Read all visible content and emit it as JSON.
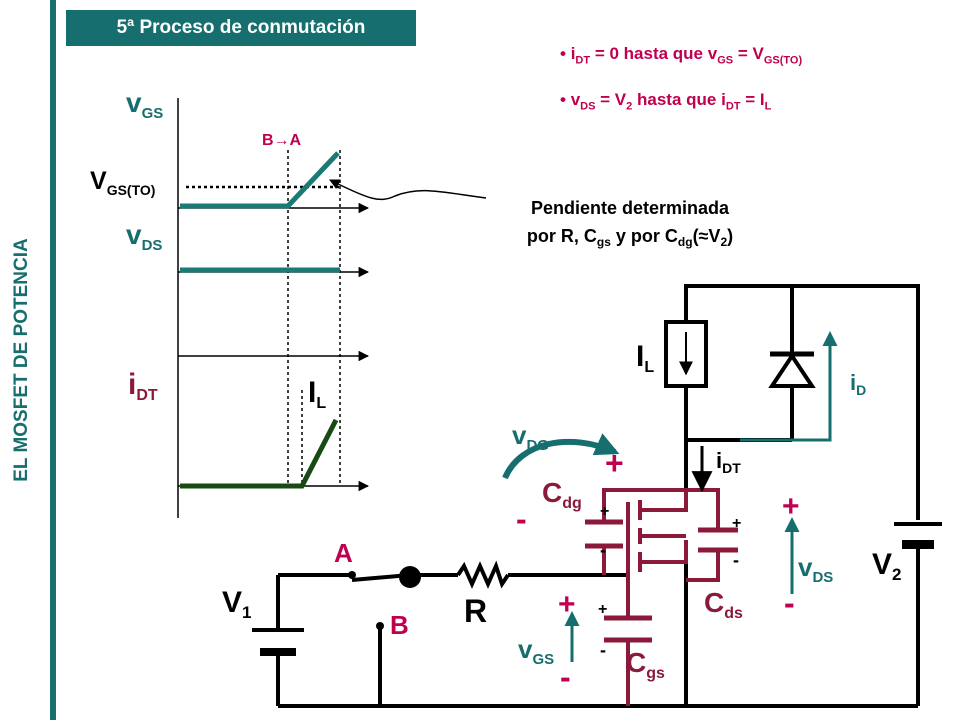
{
  "header": {
    "title": "5ª Proceso de conmutación"
  },
  "sidebar": {
    "title": "EL MOSFET DE POTENCIA"
  },
  "bullets": [
    {
      "text": "i",
      "sub": "DT",
      "rest": " = 0 hasta que v",
      "sub2": "GS",
      "rest2": " = V",
      "sub3": "GS(TO)"
    },
    {
      "text": "v",
      "sub": "DS",
      "rest": " = V",
      "sub2": "2",
      "rest2": " hasta que i",
      "sub3": "DT",
      "rest3": " = I",
      "sub4": "L"
    }
  ],
  "waveforms": {
    "vgs_label": "v",
    "vgs_sub": "GS",
    "vgs_to_label": "V",
    "vgs_to_sub": "GS(TO)",
    "vds_label": "v",
    "vds_sub": "DS",
    "idt_label": "i",
    "idt_sub": "DT",
    "il_label": "I",
    "il_sub": "L",
    "transition_label": "B→A"
  },
  "annotation": {
    "line1": "Pendiente determinada",
    "line2_a": "por R, C",
    "line2_sub1": "gs",
    "line2_b": " y por C",
    "line2_sub2": "dg",
    "line2_c": "(≈V",
    "line2_sub3": "2",
    "line2_d": ")"
  },
  "circuit": {
    "il_label": "I",
    "il_sub": "L",
    "id_label": "i",
    "id_sub": "D",
    "idt_label": "i",
    "idt_sub": "DT",
    "vdg_label": "v",
    "vdg_sub": "DG",
    "cdg_label": "C",
    "cdg_sub": "dg",
    "cds_label": "C",
    "cds_sub": "ds",
    "cgs_label": "C",
    "cgs_sub": "gs",
    "vds_label": "v",
    "vds_sub": "DS",
    "vgs_label": "v",
    "vgs_sub": "GS",
    "v1_label": "V",
    "v1_sub": "1",
    "v2_label": "V",
    "v2_sub": "2",
    "r_label": "R",
    "switch_a": "A",
    "switch_b": "B",
    "plus": "+",
    "minus": "-"
  },
  "colors": {
    "teal": "#166e6e",
    "crimson": "#8b1a3a",
    "magenta": "#c0004f",
    "dark_green": "#1a4a14",
    "wire": "#000000"
  }
}
